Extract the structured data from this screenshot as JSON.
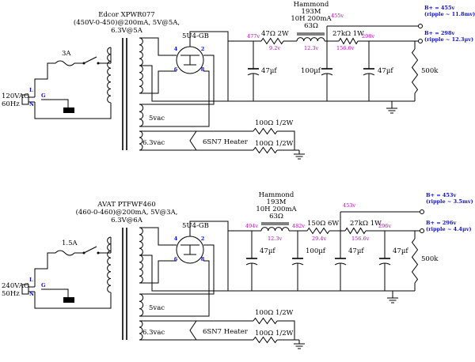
{
  "supplies": [
    {
      "transformer_name": "Edcor XPWR077",
      "transformer_spec_line1": "(450V-0-450)@200mA, 5V@5A,",
      "transformer_spec_line2": "6.3V@5A",
      "fuse": "3A",
      "mains_voltage": "120VAC",
      "mains_freq": "60Hz",
      "rectifier": "5U4-GB",
      "rect_pins": [
        "4",
        "2",
        "6",
        "8"
      ],
      "plug_L": "L",
      "plug_G": "G",
      "plug_N": "N",
      "winding_5v": "5vac",
      "winding_63v": "6.3vac",
      "heater_label": "6SN7 Heater",
      "heater_r1": "100Ω 1/2W",
      "heater_r2": "100Ω 1/2W",
      "choke_title_lines": [
        "Hammond",
        "193M",
        "10H 200mA",
        "63Ω"
      ],
      "filter_caps": [
        "47µf",
        "100µf",
        "47µf"
      ],
      "series_resistors": [
        "47Ω 2W",
        "27kΩ 1W"
      ],
      "bleeder": "500k",
      "node_voltages": [
        "477v",
        "455v",
        "298v"
      ],
      "drop_voltages": [
        "9.2v",
        "12.3v",
        "156.6v"
      ],
      "outputs": [
        {
          "label": "B+ = 455v",
          "ripple": "(ripple ~ 11.8mv)"
        },
        {
          "label": "B+ = 298v",
          "ripple": "(ripple ~ 12.3µv)"
        }
      ]
    },
    {
      "transformer_name": "AVAT PTFWF460",
      "transformer_spec_line1": "(460-0-460)@200mA, 5V@3A,",
      "transformer_spec_line2": "6.3V@6A",
      "fuse": "1.5A",
      "mains_voltage": "240VAC",
      "mains_freq": "50Hz",
      "rectifier": "5U4-GB",
      "rect_pins": [
        "4",
        "2",
        "6",
        "8"
      ],
      "plug_L": "L",
      "plug_G": "G",
      "plug_N": "N",
      "winding_5v": "5vac",
      "winding_63v": "6.3vac",
      "heater_label": "6SN7 Heater",
      "heater_r1": "100Ω 1/2W",
      "heater_r2": "100Ω 1/2W",
      "choke_title_lines": [
        "Hammond",
        "193M",
        "10H 200mA",
        "63Ω"
      ],
      "filter_caps": [
        "47µf",
        "100µf",
        "47µf",
        "47µf"
      ],
      "series_resistors": [
        "150Ω 6W",
        "27kΩ 1W"
      ],
      "bleeder": "500k",
      "node_voltages": [
        "494v",
        "482v",
        "453v",
        "296v"
      ],
      "drop_voltages": [
        "12.3v",
        "29.4v",
        "156.6v"
      ],
      "outputs": [
        {
          "label": "B+ = 453v",
          "ripple": "(ripple ~ 3.5mv)"
        },
        {
          "label": "B+ = 296v",
          "ripple": "(ripple ~ 4.4µv)"
        }
      ]
    }
  ]
}
